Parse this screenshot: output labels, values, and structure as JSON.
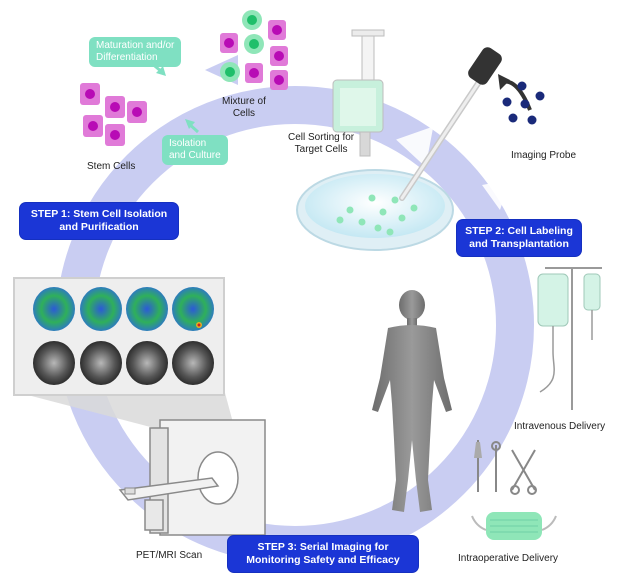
{
  "labels": {
    "maturation": "Maturation and/or\nDifferentiation",
    "isolation_culture": "Isolation\nand Culture",
    "stem_cells": "Stem Cells",
    "mixture": "Mixture of\nCells",
    "cell_sorting": "Cell Sorting for\nTarget Cells",
    "imaging_probe": "Imaging Probe",
    "intravenous": "Intravenous Delivery",
    "intraoperative": "Intraoperative Delivery",
    "pet_mri": "PET/MRI Scan"
  },
  "steps": {
    "step1": "STEP 1: Stem Cell Isolation\nand Purification",
    "step2": "STEP 2: Cell Labeling\nand Transplantation",
    "step3": "STEP 3: Serial Imaging for\nMonitoring Safety and Efficacy"
  },
  "colors": {
    "arrow_cycle": "#c9cdf2",
    "step_box": "#1b36d6",
    "pill": "#7fe0c2",
    "cell_magenta": "#e07ad8",
    "cell_green": "#8fe6b8",
    "probe_dot": "#1a2a7a",
    "human": "#7c7c7c"
  },
  "icons": [
    "stem-cell-icon",
    "syringe-icon",
    "dropper-icon",
    "petri-dish-icon",
    "iv-bag-icon",
    "surgical-tools-icon",
    "mask-icon",
    "human-silhouette-icon",
    "scanner-icon",
    "brain-scan-icon"
  ]
}
